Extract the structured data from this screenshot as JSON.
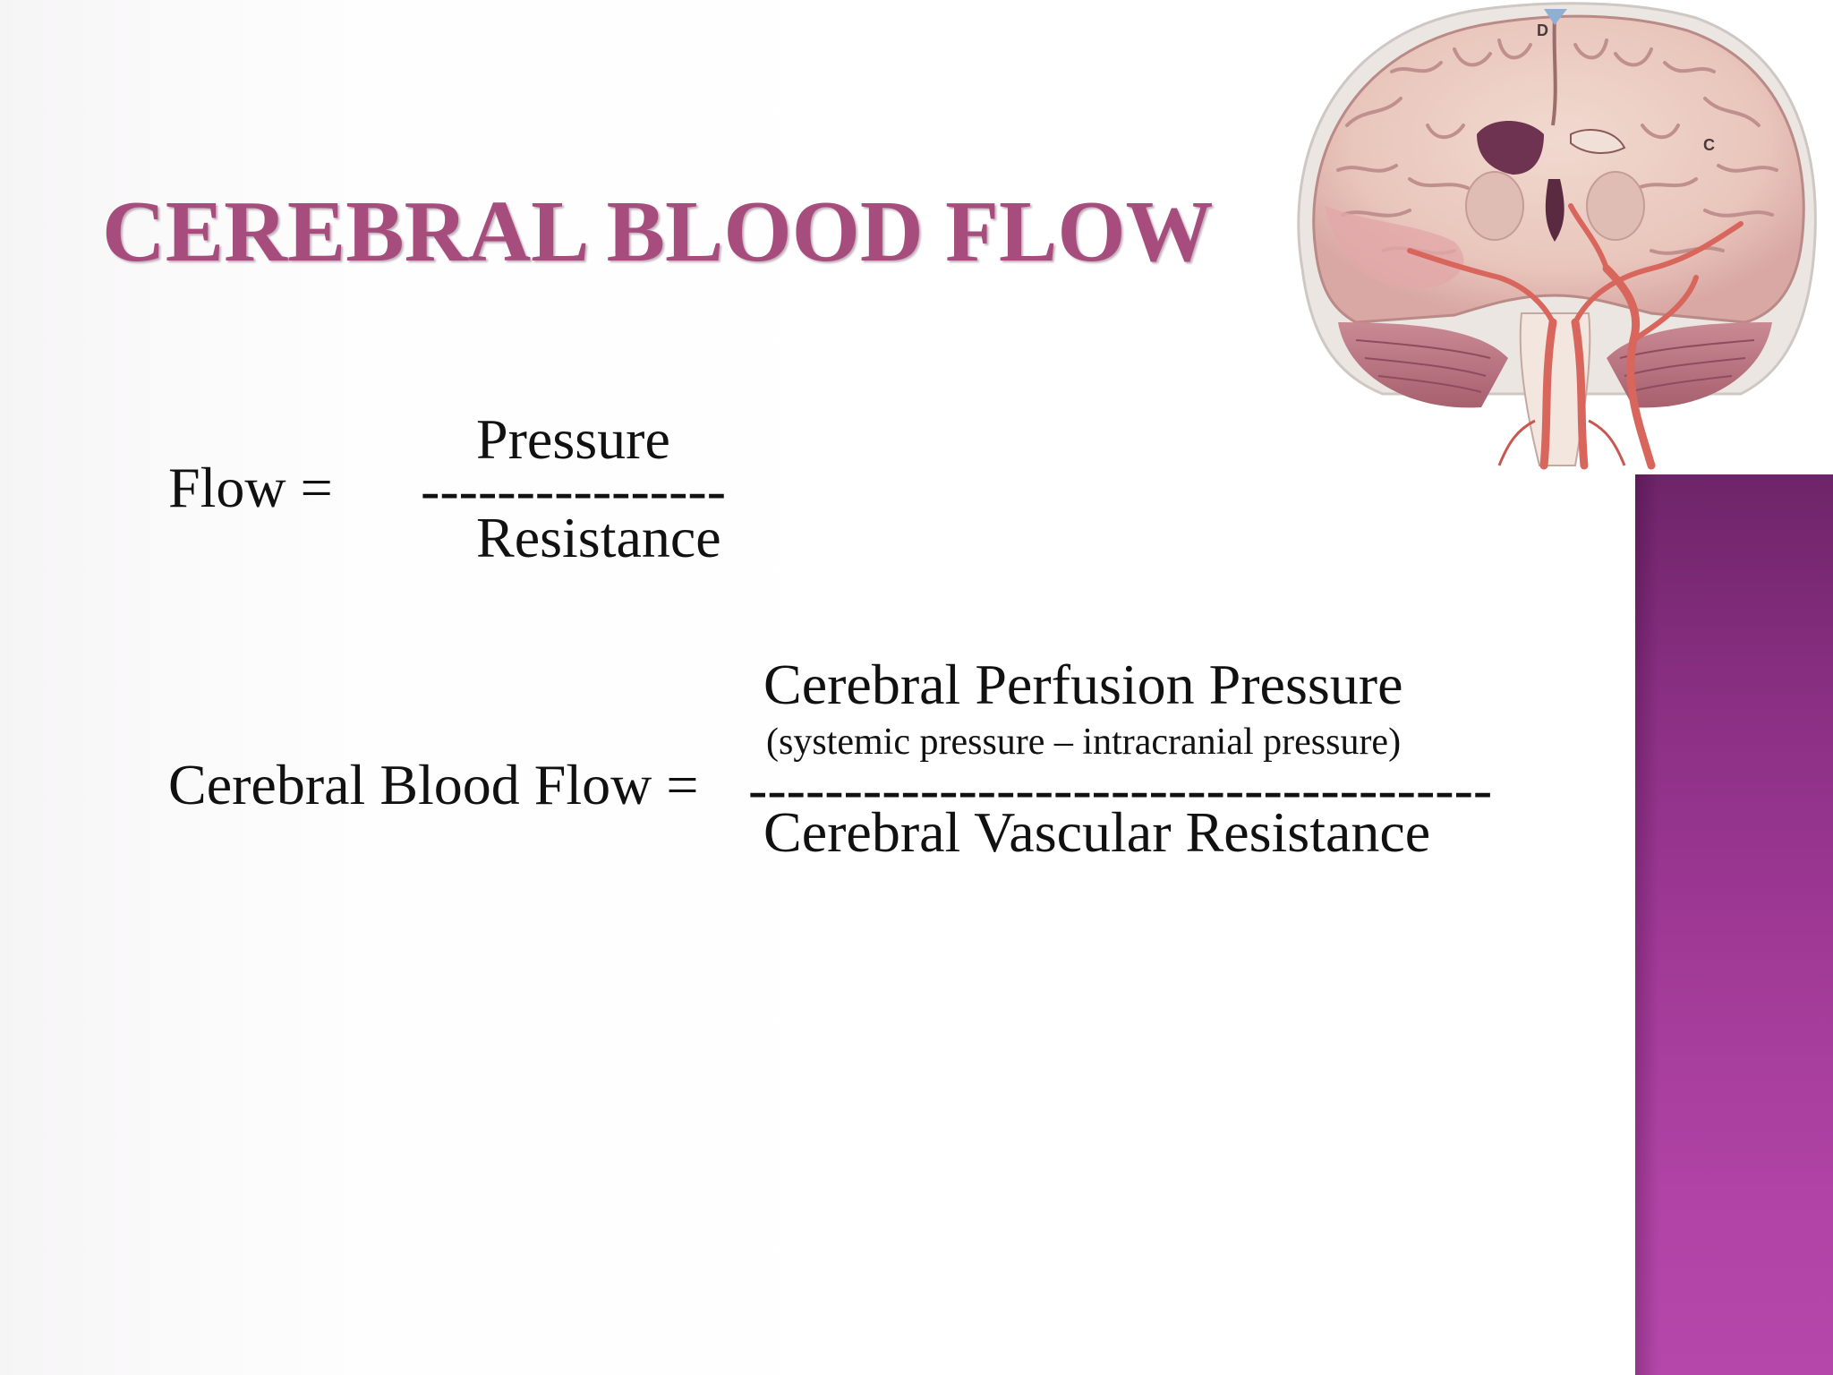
{
  "slide": {
    "title": "CEREBRAL BLOOD FLOW",
    "title_color": "#a64d7d",
    "accent_bar_color": "#a23a98"
  },
  "equation1": {
    "lhs": "Flow =",
    "numerator": "Pressure",
    "divider": "----------------",
    "denominator": "Resistance"
  },
  "equation2": {
    "lhs": "Cerebral Blood Flow =",
    "numerator": "Cerebral Perfusion Pressure",
    "numerator_note": "(systemic pressure – intracranial pressure)",
    "divider": "---------------------------------------",
    "denominator": "Cerebral Vascular Resistance"
  },
  "image": {
    "icon": "brain-coronal-section-illustration",
    "letters": [
      "D",
      "C"
    ]
  }
}
